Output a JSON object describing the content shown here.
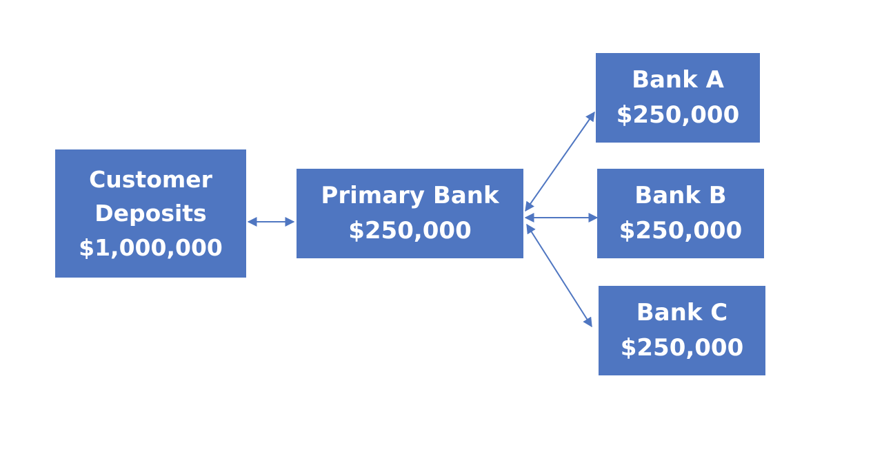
{
  "nodes": {
    "customer": {
      "line1": "Customer",
      "line2": "Deposits",
      "amount": "$1,000,000"
    },
    "primary": {
      "line1": "Primary Bank",
      "amount": "$250,000"
    },
    "bank_a": {
      "line1": "Bank A",
      "amount": "$250,000"
    },
    "bank_b": {
      "line1": "Bank B",
      "amount": "$250,000"
    },
    "bank_c": {
      "line1": "Bank C",
      "amount": "$250,000"
    }
  },
  "edges": [
    {
      "from": "customer",
      "to": "primary",
      "direction": "both"
    },
    {
      "from": "primary",
      "to": "bank_a",
      "direction": "both"
    },
    {
      "from": "primary",
      "to": "bank_b",
      "direction": "both"
    },
    {
      "from": "primary",
      "to": "bank_c",
      "direction": "both"
    }
  ],
  "colors": {
    "box_fill": "#4f76c1",
    "box_text": "#ffffff",
    "connector": "#4f76c1"
  }
}
